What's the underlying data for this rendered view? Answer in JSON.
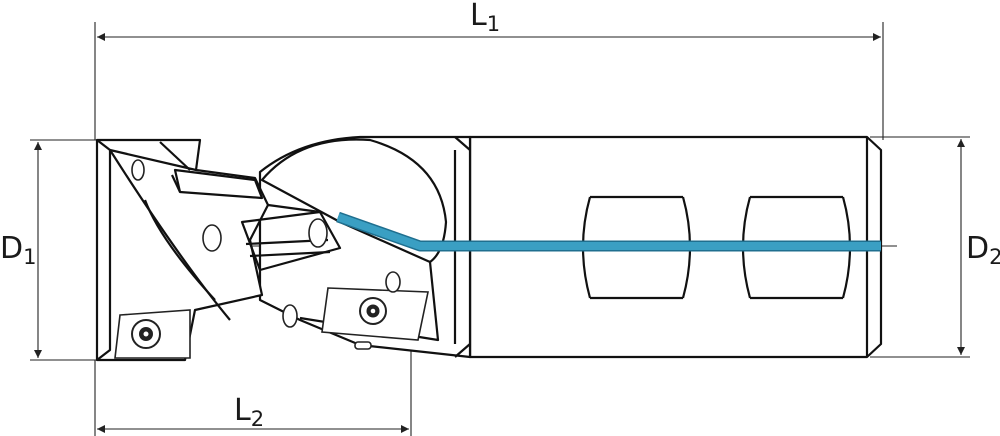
{
  "labels": {
    "L1": {
      "main": "L",
      "sub": "1"
    },
    "L2": {
      "main": "L",
      "sub": "2"
    },
    "D1": {
      "main": "D",
      "sub": "1"
    },
    "D2": {
      "main": "D",
      "sub": "2"
    }
  },
  "colors": {
    "line": "#222222",
    "coolant": "#3a9fc3",
    "coolant_edge": "#1f6f8f"
  },
  "icons": {
    "arrowhead": "arrowhead-icon",
    "screw": "torx-screw-icon"
  }
}
